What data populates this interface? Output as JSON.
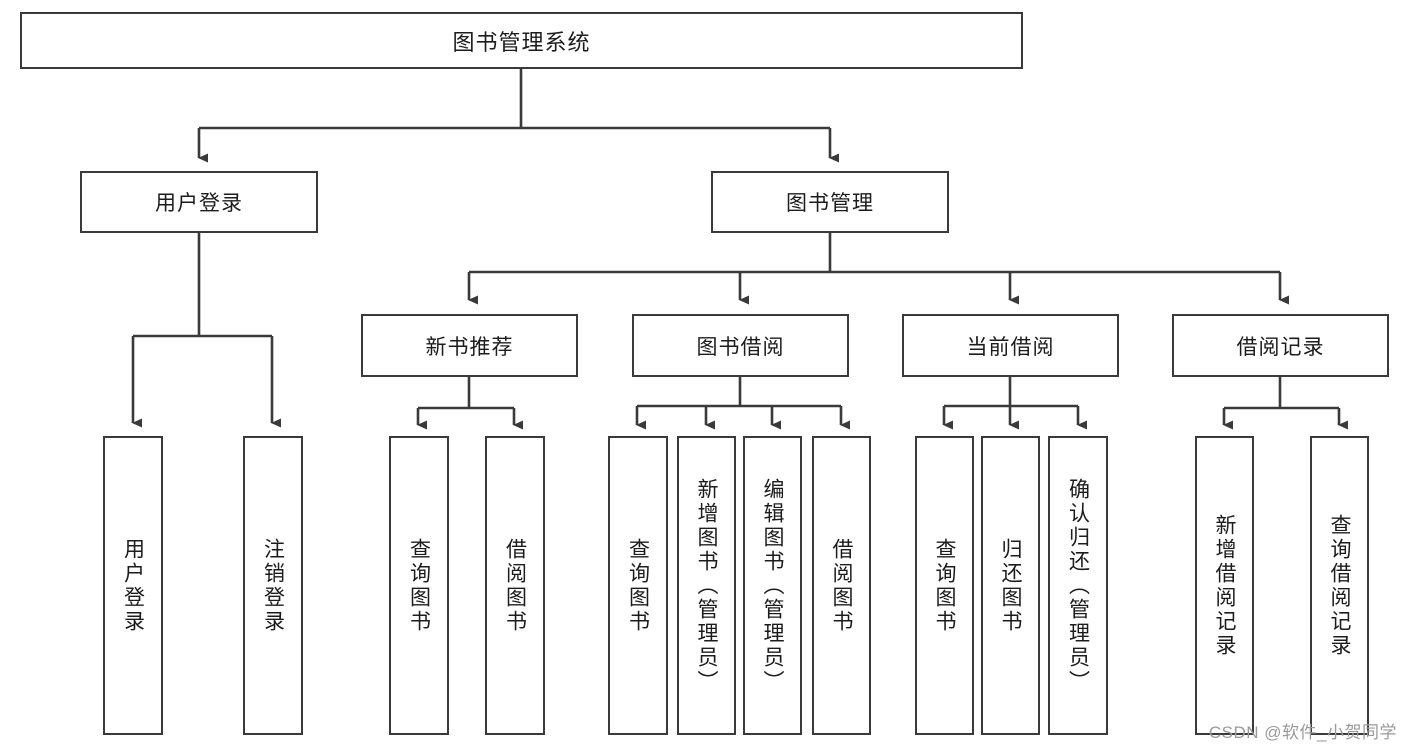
{
  "diagram": {
    "title": "图书管理系统",
    "type": "tree-hierarchy-diagram",
    "colors": {
      "box_border": "#3a3a3a",
      "box_fill": "#ffffff",
      "connector": "#3a3a3a",
      "text": "#1c1c1c",
      "watermark": "#9a9a9a"
    },
    "nodes": {
      "root": {
        "label": "图书管理系统"
      },
      "level2": [
        {
          "id": "user-login",
          "label": "用户登录"
        },
        {
          "id": "book-management",
          "label": "图书管理"
        }
      ],
      "level3": [
        {
          "id": "new-book-recommend",
          "label": "新书推荐"
        },
        {
          "id": "book-borrow",
          "label": "图书借阅"
        },
        {
          "id": "current-borrow",
          "label": "当前借阅"
        },
        {
          "id": "borrow-record",
          "label": "借阅记录"
        }
      ],
      "leaves": {
        "user-login": [
          {
            "id": "leaf-user-login",
            "label": "用户登录"
          },
          {
            "id": "leaf-logout-login",
            "label": "注销登录"
          }
        ],
        "new-book-recommend": [
          {
            "id": "leaf-query-book-1",
            "label": "查询图书"
          },
          {
            "id": "leaf-borrow-book-1",
            "label": "借阅图书"
          }
        ],
        "book-borrow": [
          {
            "id": "leaf-query-book-2",
            "label": "查询图书"
          },
          {
            "id": "leaf-add-book-admin",
            "label": "新增图书（管理员）"
          },
          {
            "id": "leaf-edit-book-admin",
            "label": "编辑图书（管理员）"
          },
          {
            "id": "leaf-borrow-book-2",
            "label": "借阅图书"
          }
        ],
        "current-borrow": [
          {
            "id": "leaf-query-book-3",
            "label": "查询图书"
          },
          {
            "id": "leaf-return-book",
            "label": "归还图书"
          },
          {
            "id": "leaf-confirm-return-admin",
            "label": "确认归还（管理员）"
          }
        ],
        "borrow-record": [
          {
            "id": "leaf-add-borrow-record",
            "label": "新增借阅记录"
          },
          {
            "id": "leaf-query-borrow-record",
            "label": "查询借阅记录"
          }
        ]
      }
    }
  },
  "watermark": {
    "text": "CSDN @软件_小贺同学"
  }
}
